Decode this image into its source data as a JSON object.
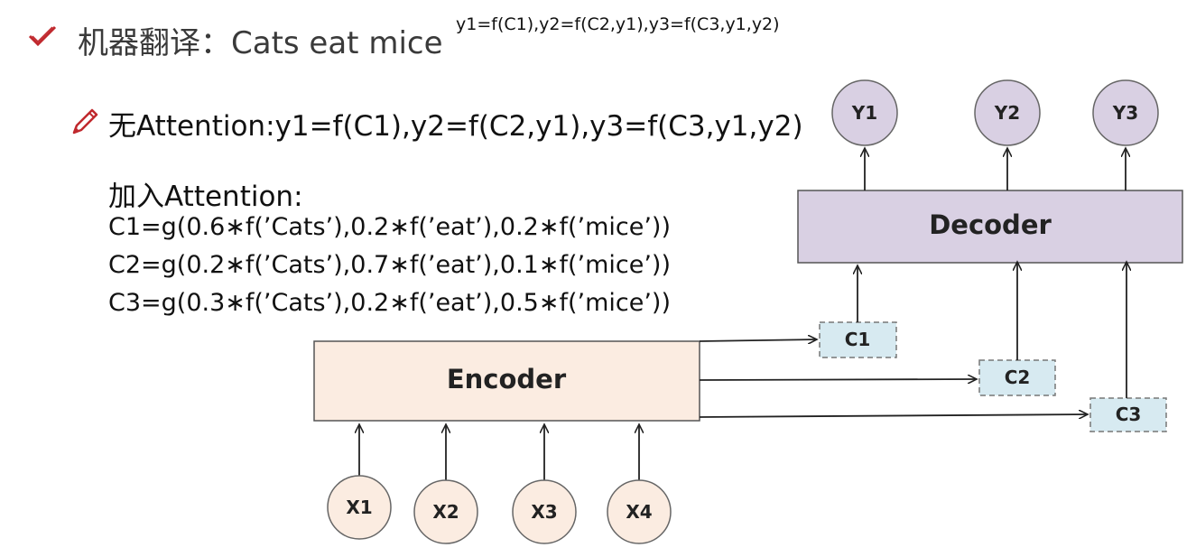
{
  "header": {
    "title": "机器翻译：Cats eat mice",
    "formula": "y1=f(C1),y2=f(C2,y1),y3=f(C3,y1,y2)"
  },
  "content": {
    "no_attention": "无Attention:y1=f(C1),y2=f(C2,y1),y3=f(C3,y1,y2)",
    "add_attention": "加入Attention:",
    "c1": "C1=g(0.6∗f(’Cats’),0.2∗f(’eat’),0.2∗f(’mice’))",
    "c2": "C2=g(0.2∗f(’Cats’),0.7∗f(’eat’),0.1∗f(’mice’))",
    "c3": "C3=g(0.3∗f(’Cats’),0.2∗f(’eat’),0.5∗f(’mice’))"
  },
  "diagram": {
    "encoder": "Encoder",
    "decoder": "Decoder",
    "inputs": [
      "X1",
      "X2",
      "X3",
      "X4"
    ],
    "outputs": [
      "Y1",
      "Y2",
      "Y3"
    ],
    "contexts": [
      "C1",
      "C2",
      "C3"
    ]
  },
  "colors": {
    "check": "#c0282d",
    "pencil": "#c0282d",
    "encoder_fill": "#fbece1",
    "decoder_fill": "#d9d0e3",
    "input_fill": "#fbece1",
    "output_fill": "#d9d0e3",
    "context_fill": "#d7eaf1"
  }
}
